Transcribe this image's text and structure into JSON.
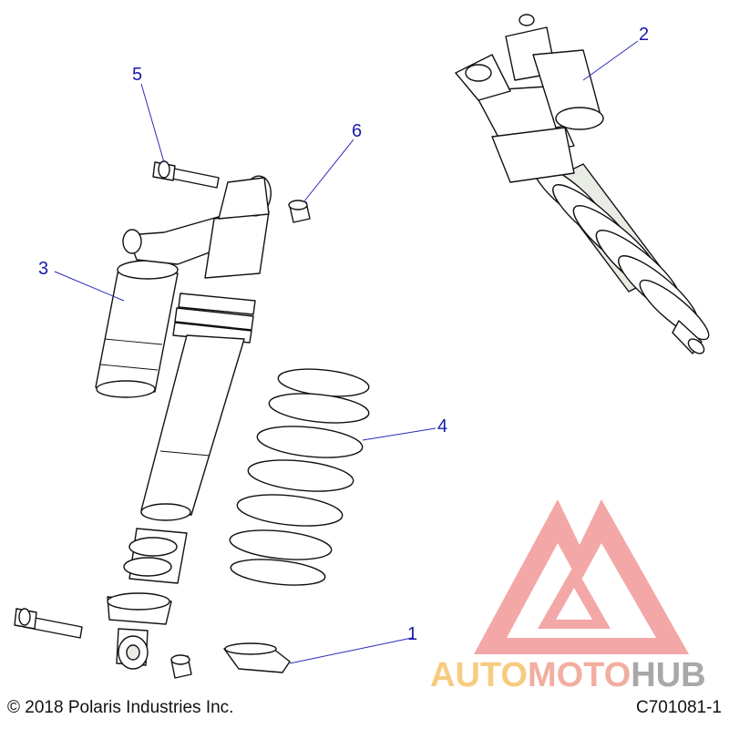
{
  "callouts": [
    {
      "number": "1",
      "part": "spring-retainer"
    },
    {
      "number": "2",
      "part": "assembled-shock"
    },
    {
      "number": "3",
      "part": "shock-body"
    },
    {
      "number": "4",
      "part": "coil-spring"
    },
    {
      "number": "5",
      "part": "bolt"
    },
    {
      "number": "6",
      "part": "nut"
    }
  ],
  "footer": {
    "copyright": "© 2018 Polaris Industries Inc.",
    "diagram_id": "C701081-1"
  },
  "watermark": {
    "word_part1": "AUTO",
    "word_part2": "MOTO",
    "word_part3": "HUB",
    "colors": {
      "logo_red": "#f08a8a",
      "auto": "#f6c46a",
      "moto": "#f0a090",
      "hub": "#9a9a9a"
    }
  },
  "colors": {
    "callout_blue": "#1a1aa8",
    "part_fill": "#ffffff",
    "part_shade": "#e9ece4"
  }
}
